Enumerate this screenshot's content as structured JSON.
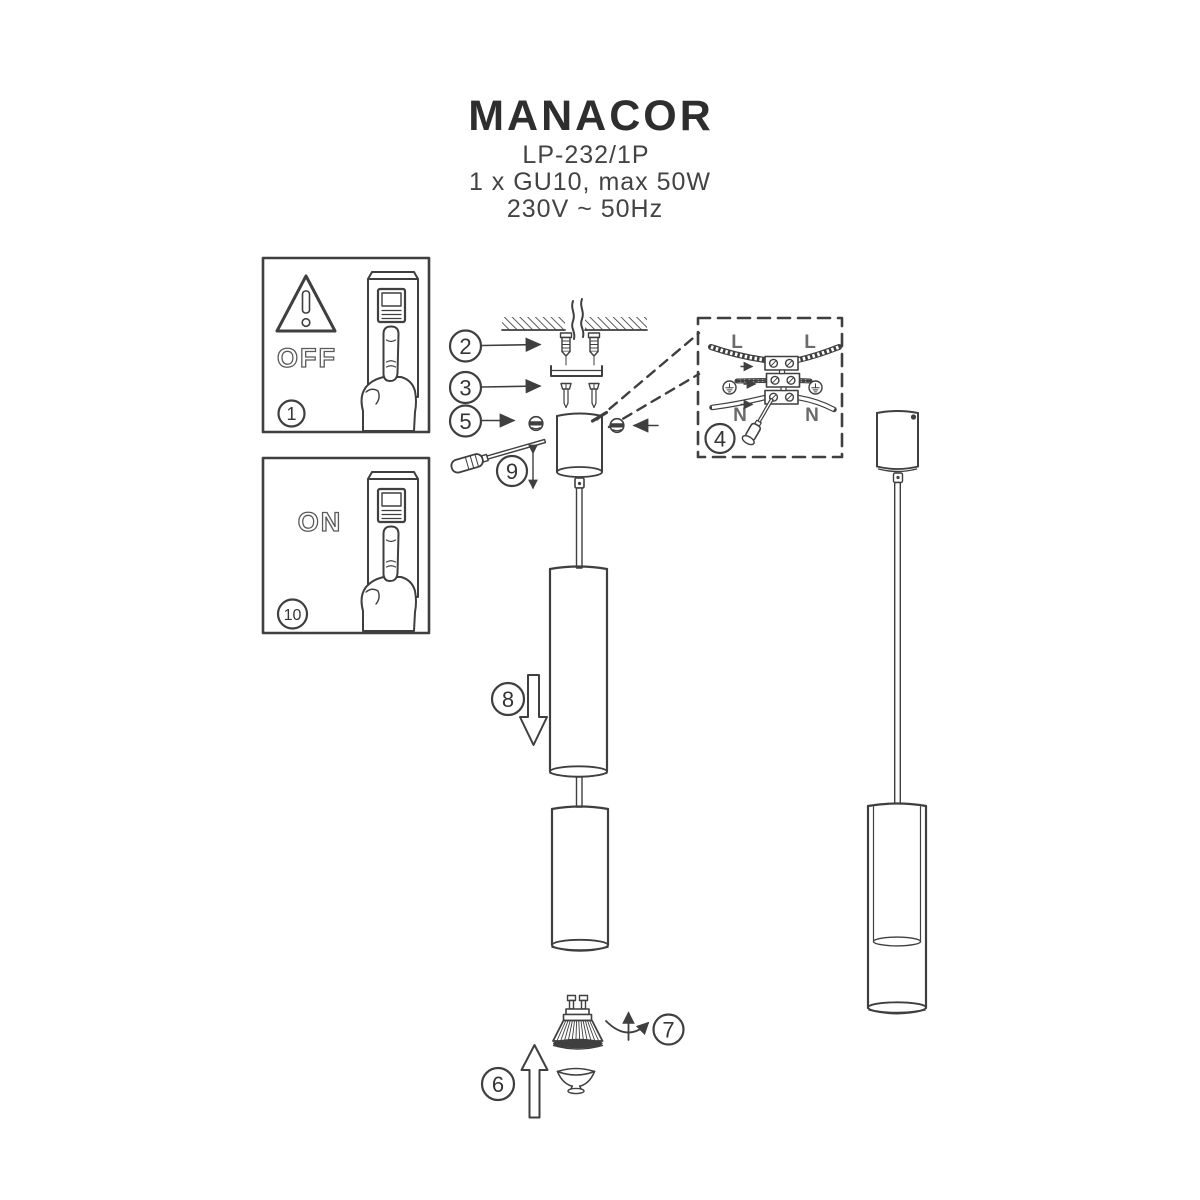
{
  "product": {
    "title": "MANACOR",
    "model": "LP-232/1P",
    "lamp_spec": "1 x GU10, max 50W",
    "power_spec": "230V ~ 50Hz"
  },
  "steps": [
    "1",
    "2",
    "3",
    "4",
    "5",
    "6",
    "7",
    "8",
    "9",
    "10"
  ],
  "panels": {
    "off_label": "OFF",
    "on_label": "ON"
  },
  "wiring": {
    "live_left": "L",
    "live_right": "L",
    "neutral_left": "N",
    "neutral_right": "N"
  },
  "colors": {
    "line": "#3f3f3f",
    "label_gray": "#6b6b6b",
    "background": "#ffffff"
  }
}
